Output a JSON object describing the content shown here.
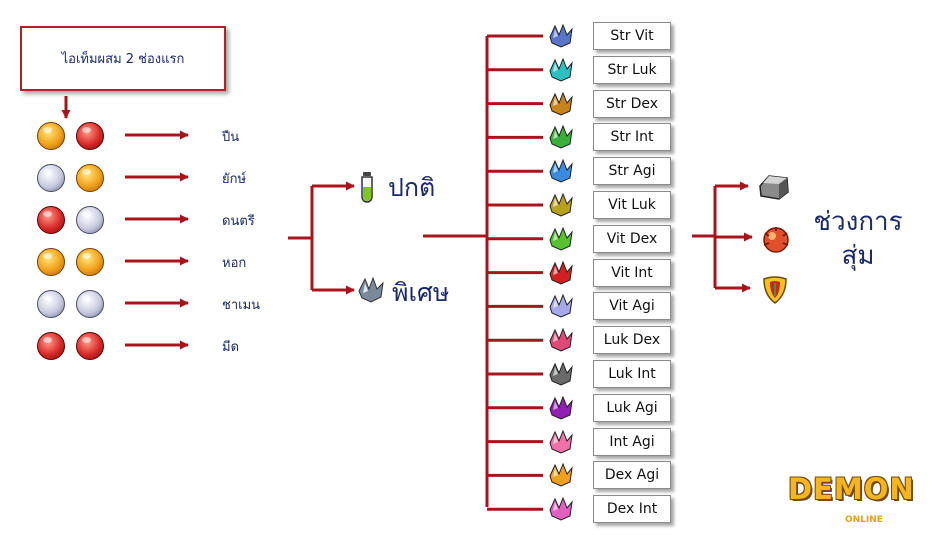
{
  "note": {
    "text": "ไอเท็มผสม 2 ช่องแรก"
  },
  "combos": [
    {
      "left": "gold",
      "right": "red",
      "label": "ปืน"
    },
    {
      "left": "silver",
      "right": "gold",
      "label": "ยักษ์"
    },
    {
      "left": "red",
      "right": "silver",
      "label": "ดนตรี"
    },
    {
      "left": "gold",
      "right": "gold",
      "label": "หอก"
    },
    {
      "left": "silver",
      "right": "silver",
      "label": "ชาเมน"
    },
    {
      "left": "red",
      "right": "red",
      "label": "มีด"
    }
  ],
  "kinds": {
    "normal": "ปกติ",
    "special": "พิเศษ"
  },
  "stats": [
    {
      "label": "Str Vit",
      "color": "#5a74c8"
    },
    {
      "label": "Str Luk",
      "color": "#2cc0c0"
    },
    {
      "label": "Str Dex",
      "color": "#c8841c"
    },
    {
      "label": "Str Int",
      "color": "#3ab03a"
    },
    {
      "label": "Str Agi",
      "color": "#3a8ae0"
    },
    {
      "label": "Vit Luk",
      "color": "#b8a020"
    },
    {
      "label": "Vit Dex",
      "color": "#58c030"
    },
    {
      "label": "Vit Int",
      "color": "#d02020"
    },
    {
      "label": "Vit Agi",
      "color": "#a8a8e8"
    },
    {
      "label": "Luk Dex",
      "color": "#e04878"
    },
    {
      "label": "Luk Int",
      "color": "#6a6a6a"
    },
    {
      "label": "Luk Agi",
      "color": "#9020b0"
    },
    {
      "label": "Int Agi",
      "color": "#f070a8"
    },
    {
      "label": "Dex Agi",
      "color": "#f0a020"
    },
    {
      "label": "Dex Int",
      "color": "#e060c0"
    }
  ],
  "random": {
    "text": "ช่วงการสุ่ม"
  },
  "logo": {
    "text": "DEMON",
    "sub": "ONLINE"
  },
  "colors": {
    "arrow": "#a8141c",
    "text": "#1a2a6a"
  }
}
